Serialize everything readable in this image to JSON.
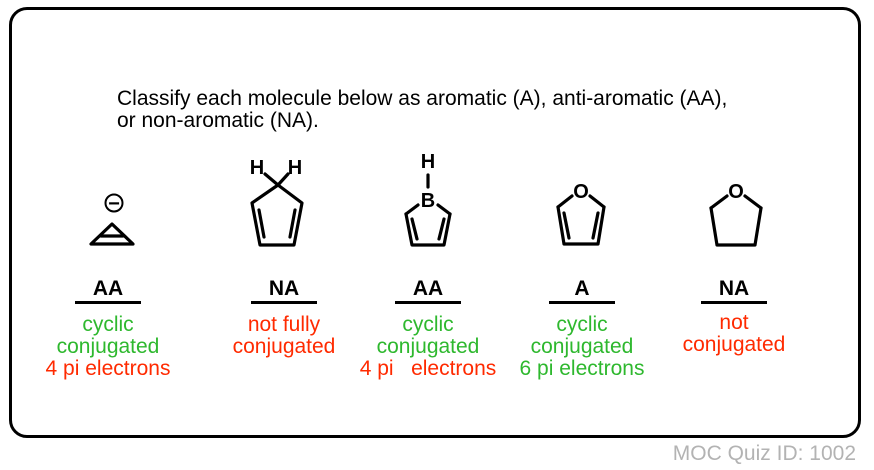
{
  "question": {
    "line1": "Classify each molecule below as aromatic (A), anti-aromatic (AA),",
    "line2": "or non-aromatic (NA)."
  },
  "colors": {
    "green": "#2eb82e",
    "red": "#ff2a00",
    "gray": "#b3b3b3"
  },
  "molecules": [
    {
      "atom_labels": {
        "charge": "−"
      },
      "answer": "AA",
      "explanation": [
        {
          "text": "cyclic",
          "color": "green"
        },
        {
          "text": "conjugated",
          "color": "green"
        },
        {
          "text": "4 pi electrons",
          "color": "red"
        }
      ]
    },
    {
      "atom_labels": {
        "h1": "H",
        "h2": "H"
      },
      "answer": "NA",
      "explanation": [
        {
          "text": "not fully",
          "color": "red"
        },
        {
          "text": "conjugated",
          "color": "red"
        }
      ]
    },
    {
      "atom_labels": {
        "h": "H",
        "b": "B"
      },
      "answer": "AA",
      "explanation": [
        {
          "text": "cyclic",
          "color": "green"
        },
        {
          "text": "conjugated",
          "color": "green"
        },
        {
          "text": "4 pi   electrons",
          "color": "red"
        }
      ]
    },
    {
      "atom_labels": {
        "o": "O"
      },
      "answer": "A",
      "explanation": [
        {
          "text": "cyclic",
          "color": "green"
        },
        {
          "text": "conjugated",
          "color": "green"
        },
        {
          "text": "6 pi electrons",
          "color": "green"
        }
      ]
    },
    {
      "atom_labels": {
        "o": "O"
      },
      "answer": "NA",
      "explanation": [
        {
          "text": "not",
          "color": "red"
        },
        {
          "text": "conjugated",
          "color": "red"
        }
      ]
    }
  ],
  "footer": "MOC Quiz ID: 1002"
}
